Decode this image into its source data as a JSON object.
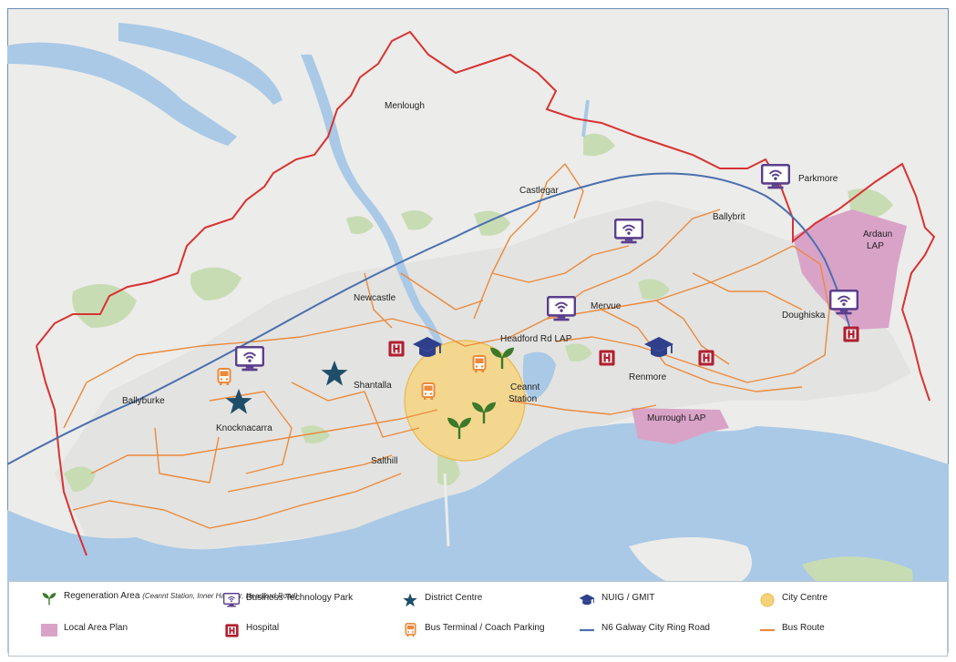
{
  "map": {
    "place_labels": [
      {
        "id": "menlough",
        "text": "Menlough"
      },
      {
        "id": "castlegar",
        "text": "Castlegar"
      },
      {
        "id": "parkmore",
        "text": "Parkmore"
      },
      {
        "id": "ballybrit",
        "text": "Ballybrit"
      },
      {
        "id": "ardaun",
        "text": "Ardaun LAP"
      },
      {
        "id": "newcastle",
        "text": "Newcastle"
      },
      {
        "id": "mervue",
        "text": "Mervue"
      },
      {
        "id": "headford",
        "text": "Headford Rd LAP"
      },
      {
        "id": "doughiska",
        "text": "Doughiska"
      },
      {
        "id": "ballyburke",
        "text": "Ballyburke"
      },
      {
        "id": "shantalla",
        "text": "Shantalla"
      },
      {
        "id": "ceannt",
        "text": "Ceannt Station"
      },
      {
        "id": "renmore",
        "text": "Renmore"
      },
      {
        "id": "knocknacarra",
        "text": "Knocknacarra"
      },
      {
        "id": "murrough",
        "text": "Murrough LAP"
      },
      {
        "id": "salthill",
        "text": "Salthill"
      }
    ],
    "colors": {
      "water": "#a9c9e6",
      "land": "#ececea",
      "urban": "#e3e3e1",
      "green": "#c8dcb4",
      "boundary": "#d83232",
      "ring_road": "#4a6fae",
      "bus_route": "#eb8a3c",
      "lap": "#d9a3c8",
      "city_centre": "#f6d37a",
      "tech_park": "#5b3f8c",
      "hospital": "#b02030",
      "district": "#1f4e6b",
      "university": "#2e3f8c",
      "regeneration": "#3c7a2a",
      "bus_terminal": "#eb8a3c"
    }
  },
  "legend": {
    "regeneration": {
      "label": "Regeneration Area",
      "note": "(Ceannt Station, Inner Harbour, Headford Road)",
      "icon": "sprout-icon"
    },
    "tech_park": {
      "label": "Business Technology Park",
      "icon": "wifi-monitor-icon"
    },
    "district": {
      "label": "District Centre",
      "icon": "star-icon"
    },
    "university": {
      "label": "NUIG / GMIT",
      "icon": "graduation-cap-icon"
    },
    "city_centre": {
      "label": "City Centre",
      "icon": "circle-icon"
    },
    "lap": {
      "label": "Local Area Plan",
      "icon": "pink-square-icon"
    },
    "hospital": {
      "label": "Hospital",
      "icon": "hospital-icon"
    },
    "bus_terminal": {
      "label": "Bus Terminal / Coach Parking",
      "icon": "bus-icon"
    },
    "ring_road": {
      "label": "N6 Galway City Ring Road",
      "icon": "blue-line-icon"
    },
    "bus_route": {
      "label": "Bus Route",
      "icon": "orange-line-icon"
    }
  }
}
